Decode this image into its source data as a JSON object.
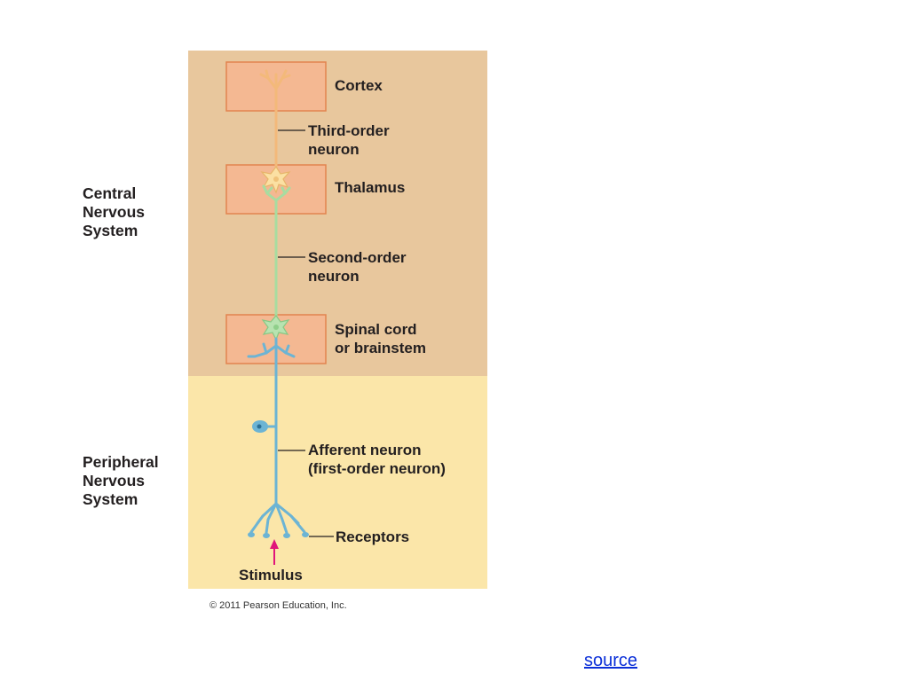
{
  "figure": {
    "regions": {
      "cns_label": "Central\nNervous\nSystem",
      "pns_label": "Peripheral\nNervous\nSystem"
    },
    "boxes": {
      "cortex": "Cortex",
      "thalamus": "Thalamus",
      "spinal": "Spinal cord\nor brainstem"
    },
    "neurons": {
      "third": "Third-order\nneuron",
      "second": "Second-order\nneuron",
      "afferent": "Afferent neuron\n(first-order neuron)"
    },
    "receptors": "Receptors",
    "stimulus": "Stimulus",
    "copyright": "© 2011 Pearson Education, Inc.",
    "colors": {
      "cns_bg": "#e8c79d",
      "pns_bg": "#fbe6a9",
      "box_fill": "#f4b892",
      "box_stroke": "#e2844f",
      "third_neuron": "#f3b97a",
      "second_neuron": "#a8dca0",
      "first_neuron": "#6cb4d4",
      "stimulus_arrow": "#e0157a"
    }
  },
  "link": {
    "source": "source"
  }
}
